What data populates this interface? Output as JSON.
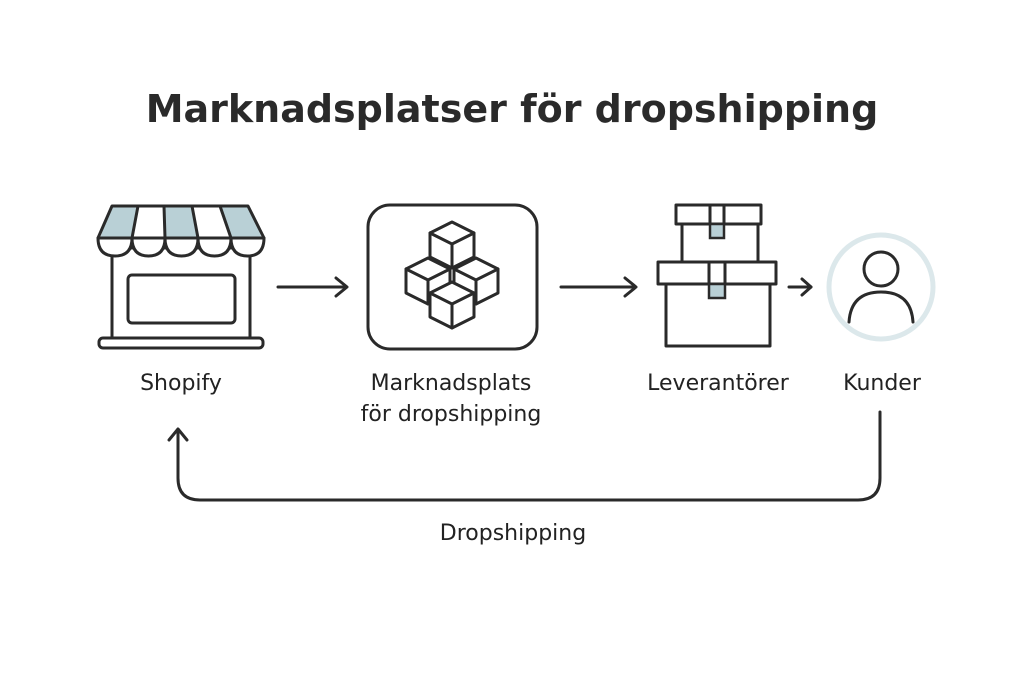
{
  "title": "Marknadsplatser för dropshipping",
  "nodes": {
    "shopify": {
      "label": "Shopify",
      "icon": "storefront-icon"
    },
    "marketplace": {
      "label_line1": "Marknadsplats",
      "label_line2": "för dropshipping",
      "icon": "cubes-icon"
    },
    "suppliers": {
      "label": "Leverantörer",
      "icon": "boxes-icon"
    },
    "customers": {
      "label": "Kunder",
      "icon": "user-icon"
    }
  },
  "loop": {
    "label": "Dropshipping"
  },
  "colors": {
    "line": "#2a2a2a",
    "accent": "#b9d0d6",
    "accent_light": "#dce8eb",
    "background": "#ffffff"
  }
}
